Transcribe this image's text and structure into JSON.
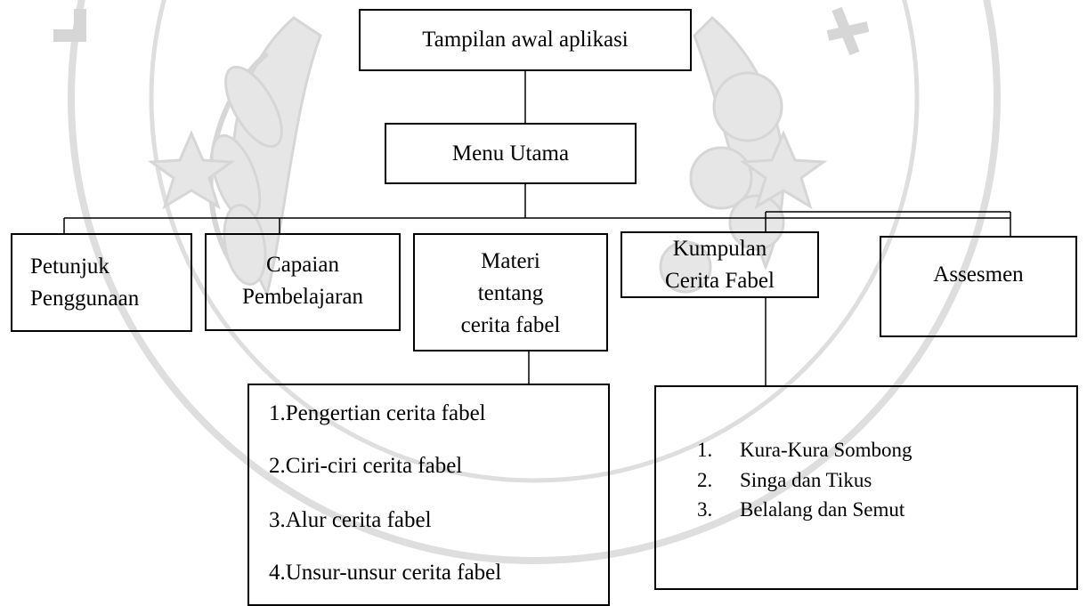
{
  "root": {
    "label": "Tampilan awal aplikasi"
  },
  "main_menu": {
    "label": "Menu Utama"
  },
  "menu_items": [
    {
      "lines": [
        "Petunjuk",
        "Penggunaan"
      ]
    },
    {
      "lines": [
        "Capaian",
        "Pembelajaran"
      ]
    },
    {
      "lines": [
        "Materi",
        "tentang",
        "cerita fabel"
      ]
    },
    {
      "lines": [
        "Kumpulan",
        "Cerita Fabel"
      ]
    },
    {
      "lines": [
        "Assesmen"
      ]
    }
  ],
  "materi_list": [
    "1.Pengertian cerita fabel",
    "2.Ciri-ciri cerita fabel",
    "3.Alur cerita fabel",
    "4.Unsur-unsur cerita fabel"
  ],
  "kumpulan_list": [
    {
      "num": "1.",
      "title": "Kura-Kura Sombong"
    },
    {
      "num": "2.",
      "title": "Singa dan Tikus"
    },
    {
      "num": "3.",
      "title": "Belalang dan Semut"
    }
  ],
  "colors": {
    "line": "#000000",
    "watermark": "#d9d9d9"
  }
}
